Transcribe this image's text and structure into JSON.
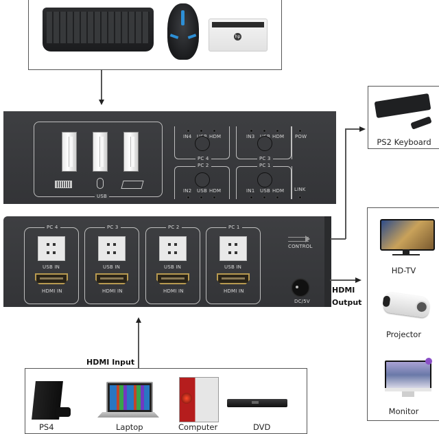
{
  "top_devices": {
    "items": [
      {
        "name": "keyboard",
        "label": ""
      },
      {
        "name": "mouse",
        "label": ""
      },
      {
        "name": "printer",
        "label": "",
        "brand": "hp"
      }
    ]
  },
  "front_panel": {
    "usb_label": "USB",
    "usb_port_icons": [
      "keyboard-icon",
      "mouse-icon",
      "printer-icon"
    ],
    "groups": [
      {
        "title": "PC 4",
        "leds": [
          "IN4",
          "USB",
          "HDM"
        ]
      },
      {
        "title": "PC 3",
        "leds": [
          "IN3",
          "USB",
          "HDM"
        ]
      },
      {
        "title": "PC 2",
        "leds": [
          "IN2",
          "USB",
          "HDM"
        ]
      },
      {
        "title": "PC 1",
        "leds": [
          "IN1",
          "USB",
          "HDM"
        ]
      }
    ],
    "pow_label": "POW",
    "link_label": "LINK"
  },
  "rear_panel": {
    "ports": [
      {
        "title": "PC 4",
        "usb_label": "USB IN",
        "hdmi_label": "HDMI IN"
      },
      {
        "title": "PC 3",
        "usb_label": "USB IN",
        "hdmi_label": "HDMI IN"
      },
      {
        "title": "PC 2",
        "usb_label": "USB IN",
        "hdmi_label": "HDMI IN"
      },
      {
        "title": "PC 1",
        "usb_label": "USB IN",
        "hdmi_label": "HDMI IN"
      }
    ],
    "control_label": "CONTROL",
    "dc_label": "DC/5V"
  },
  "ps2_box": {
    "label": "PS2 Keyboard"
  },
  "output": {
    "heading_line1": "HDMI",
    "heading_line2": "Output",
    "devices": [
      {
        "label": "HD-TV"
      },
      {
        "label": "Projector"
      },
      {
        "label": "Monitor"
      }
    ]
  },
  "input": {
    "heading": "HDMI Input",
    "devices": [
      {
        "label": "PS4"
      },
      {
        "label": "Laptop"
      },
      {
        "label": "Computer"
      },
      {
        "label": "DVD"
      }
    ]
  }
}
